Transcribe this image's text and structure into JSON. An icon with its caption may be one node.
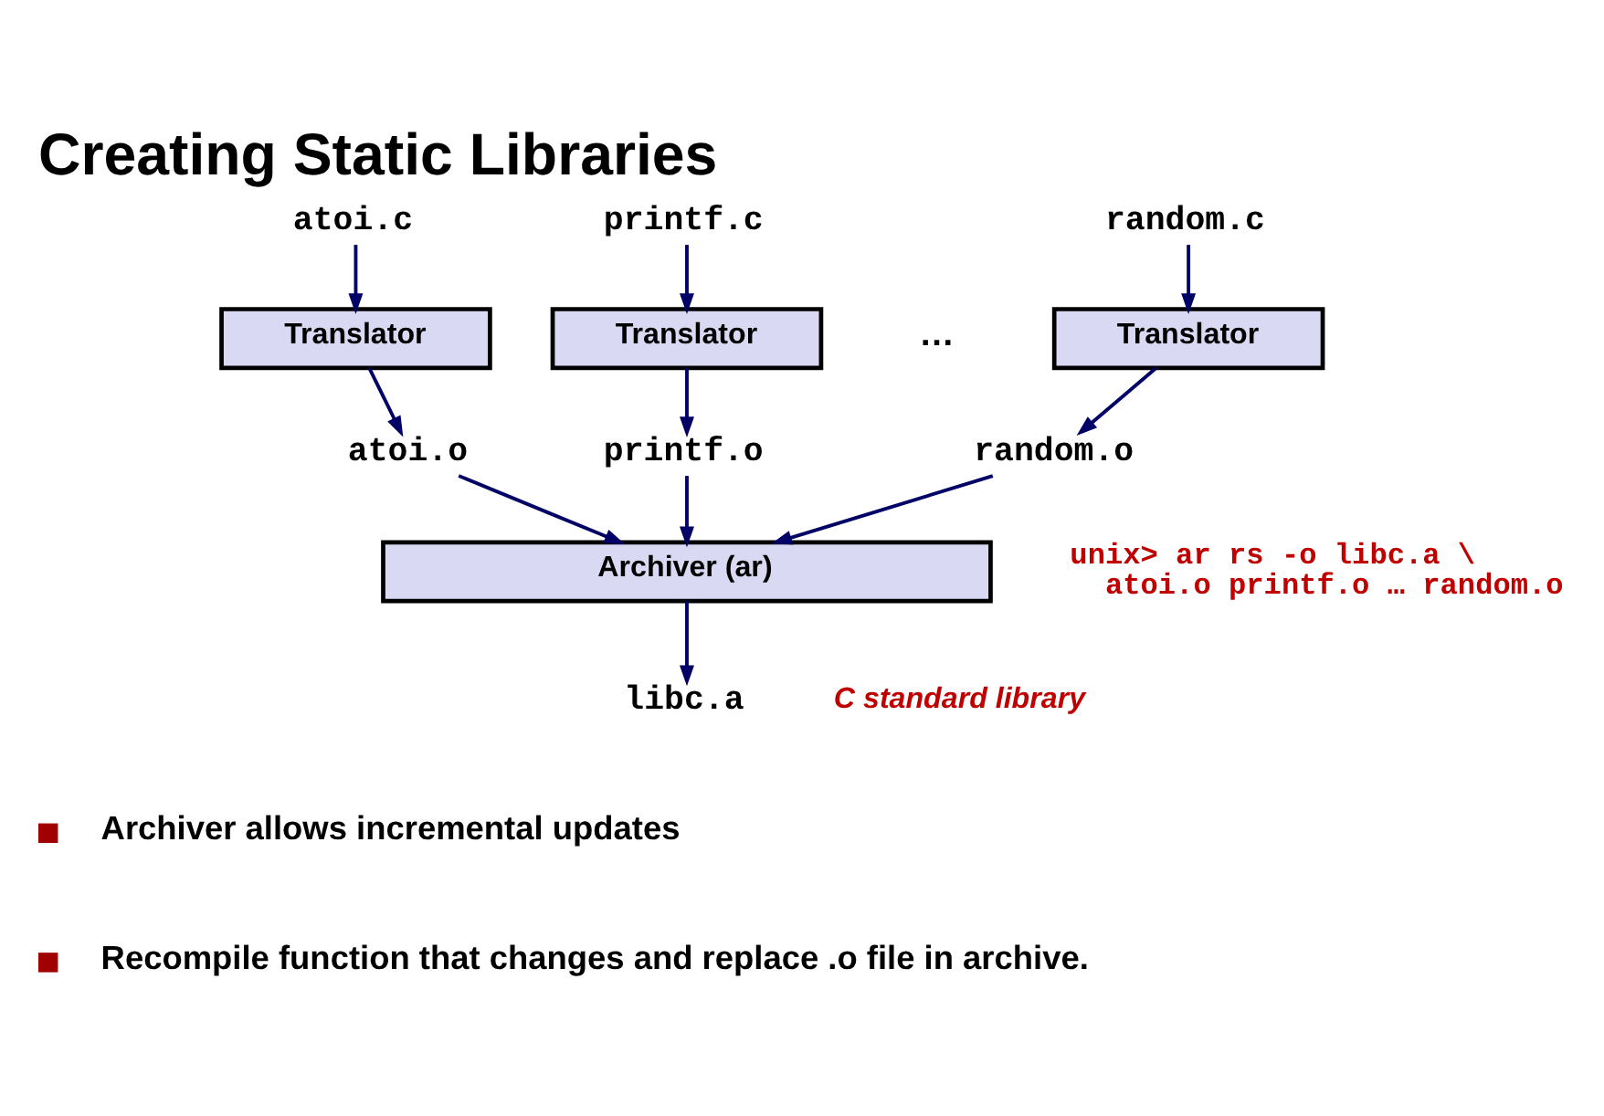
{
  "diagram": {
    "title": "Creating Static Libraries",
    "nodes": [
      {
        "text": [
          "atoi.c"
        ]
      },
      {
        "text": [
          "printf.c"
        ]
      },
      {
        "text": [
          "random.c"
        ]
      },
      {
        "text": [
          "Translator"
        ]
      },
      {
        "text": [
          "Translator"
        ]
      },
      {
        "text": [
          "Translator"
        ]
      },
      {
        "text": [
          "atoi.o"
        ]
      },
      {
        "text": [
          "printf.o"
        ]
      },
      {
        "text": [
          "random.o"
        ]
      },
      {
        "text": [
          "Archiver (ar)"
        ]
      },
      {
        "text": [
          "libc.a"
        ],
        "beside": [
          "C standard library"
        ]
      }
    ],
    "edges": [
      {
        "from": 0,
        "to": 3,
        "arrow": "to"
      },
      {
        "from": 1,
        "to": 4,
        "arrow": "to"
      },
      {
        "from": 2,
        "to": 5,
        "arrow": "to"
      },
      {
        "from": 3,
        "to": 6,
        "arrow": "to"
      },
      {
        "from": 4,
        "to": 7,
        "arrow": "to"
      },
      {
        "from": 5,
        "to": 8,
        "arrow": "to"
      },
      {
        "from": 6,
        "to": 9,
        "arrow": "to"
      },
      {
        "from": 7,
        "to": 9,
        "arrow": "to"
      },
      {
        "from": 8,
        "to": 9,
        "arrow": "to"
      },
      {
        "from": 9,
        "to": 10,
        "arrow": "to"
      }
    ],
    "labels": [
      "…",
      "unix> ar rs -o libc.a \\ atoi.o printf.o … random.o",
      "Archiver allows incremental updates",
      "Recompile function that changes and replace .o file in archive."
    ]
  }
}
